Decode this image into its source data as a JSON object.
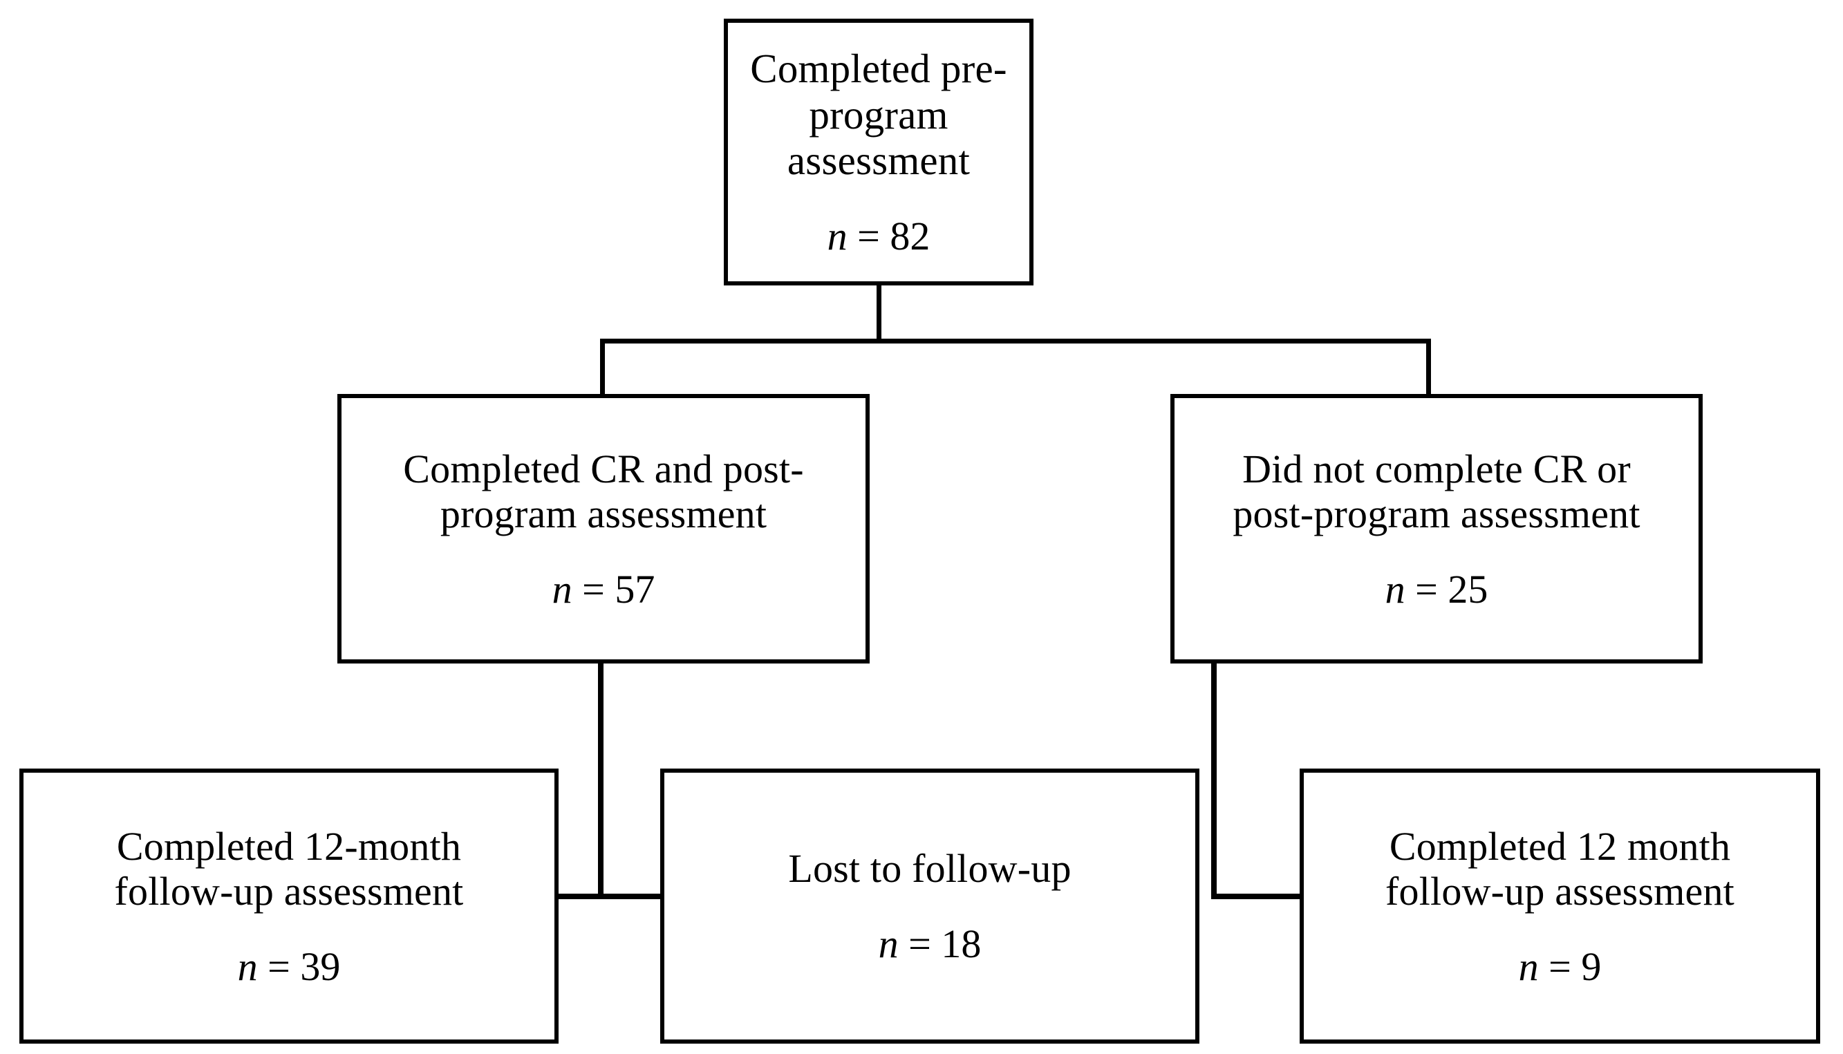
{
  "figure": {
    "type": "flowchart",
    "orientation": "top-down",
    "background_color": "#ffffff",
    "line_color": "#000000",
    "text_color": "#000000"
  },
  "nodes": {
    "pre_program": {
      "label": "Completed pre-program\nassessment",
      "n_symbol": "n",
      "n_equals": " = ",
      "n_value": "82",
      "count_text": "n = 82"
    },
    "completed_cr": {
      "label": "Completed CR and post-\nprogram assessment",
      "n_symbol": "n",
      "n_equals": " = ",
      "n_value": "57",
      "count_text": "n = 57"
    },
    "did_not_complete": {
      "label": "Did not complete CR or\npost-program assessment",
      "n_symbol": "n",
      "n_equals": " = ",
      "n_value": "25",
      "count_text": "n = 25"
    },
    "followup_39": {
      "label": "Completed 12-month\nfollow-up assessment",
      "n_symbol": "n",
      "n_equals": " = ",
      "n_value": "39",
      "count_text": "n = 39"
    },
    "lost_to_followup": {
      "label": "Lost to follow-up",
      "n_symbol": "n",
      "n_equals": " = ",
      "n_value": "18",
      "count_text": "n = 18"
    },
    "followup_9": {
      "label": "Completed 12 month\nfollow-up assessment",
      "n_symbol": "n",
      "n_equals": " = ",
      "n_value": "9",
      "count_text": "n = 9"
    }
  },
  "edges": [
    {
      "from": "pre_program",
      "to": "completed_cr"
    },
    {
      "from": "pre_program",
      "to": "did_not_complete"
    },
    {
      "from": "completed_cr",
      "to": "followup_39"
    },
    {
      "from": "completed_cr",
      "to": "lost_to_followup"
    },
    {
      "from": "did_not_complete",
      "to": "followup_9"
    }
  ]
}
